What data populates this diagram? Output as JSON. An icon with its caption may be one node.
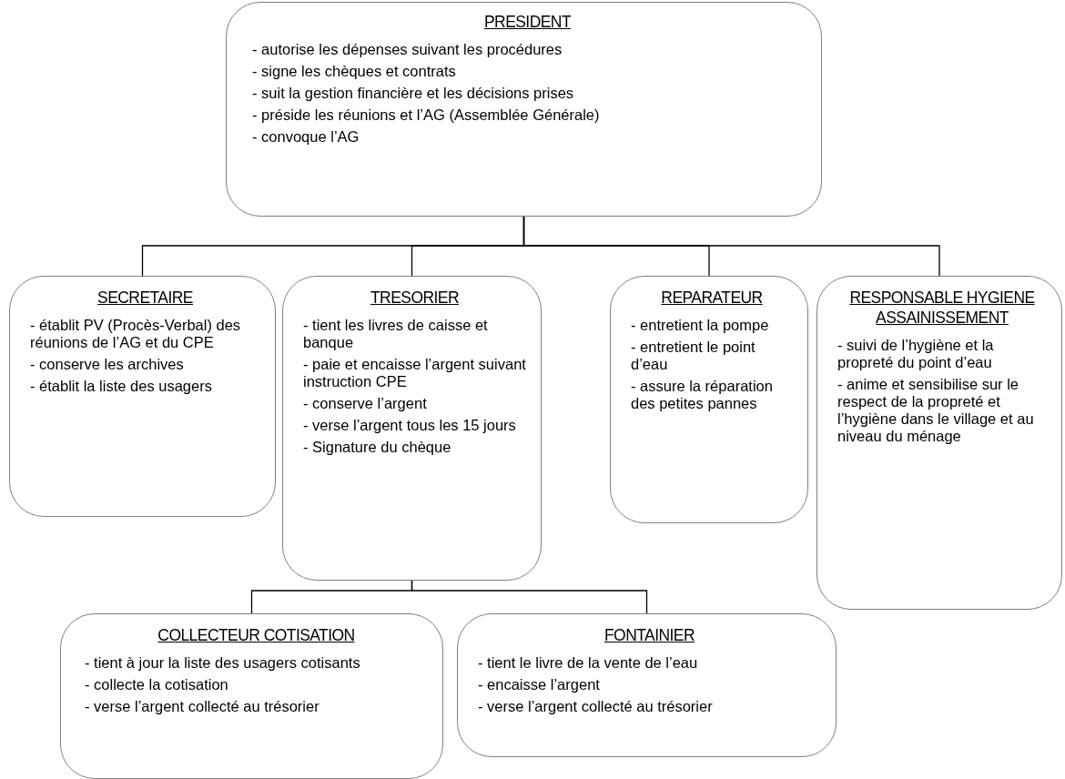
{
  "diagram": {
    "nodes": [
      {
        "text": [
          "PRESIDENT",
          "- autorise les dépenses suivant les procédures",
          "- signe les chèques et contrats",
          "- suit la gestion financière et les décisions prises",
          "- préside les réunions et l’AG (Assemblée Générale)",
          "- convoque l’AG"
        ]
      },
      {
        "text": [
          "SECRETAIRE",
          "- établit PV (Procès-Verbal) des réunions de l’AG et du CPE",
          "- conserve les archives",
          "- établit la liste des usagers"
        ]
      },
      {
        "text": [
          "TRESORIER",
          "- tient les livres de caisse et banque",
          "- paie et encaisse l’argent suivant instruction CPE",
          "- conserve l’argent",
          "- verse l’argent tous les 15 jours",
          "- Signature du chèque"
        ]
      },
      {
        "text": [
          "REPARATEUR",
          "- entretient la pompe",
          "- entretient le point d’eau",
          "- assure la réparation des petites pannes"
        ]
      },
      {
        "text": [
          "RESPONSABLE HYGIENE ASSAINISSEMENT",
          "- suivi de l’hygiène et la propreté du point d’eau",
          "- anime et sensibilise sur le respect de la propreté et l’hygiène dans le village et au niveau du ménage"
        ]
      },
      {
        "text": [
          "COLLECTEUR COTISATION",
          "- tient à jour la liste des usagers cotisants",
          "- collecte la cotisation",
          "- verse l’argent collecté au trésorier"
        ]
      },
      {
        "text": [
          "FONTAINIER",
          "- tient le livre de la vente de l’eau",
          "- encaisse l’argent",
          "- verse l’argent collecté au trésorier"
        ]
      }
    ],
    "edges": [
      {
        "from": 0,
        "to": 1,
        "arrow": "none"
      },
      {
        "from": 0,
        "to": 2,
        "arrow": "none"
      },
      {
        "from": 0,
        "to": 3,
        "arrow": "none"
      },
      {
        "from": 0,
        "to": 4,
        "arrow": "none"
      },
      {
        "from": 2,
        "to": 5,
        "arrow": "none"
      },
      {
        "from": 2,
        "to": 6,
        "arrow": "none"
      }
    ]
  }
}
